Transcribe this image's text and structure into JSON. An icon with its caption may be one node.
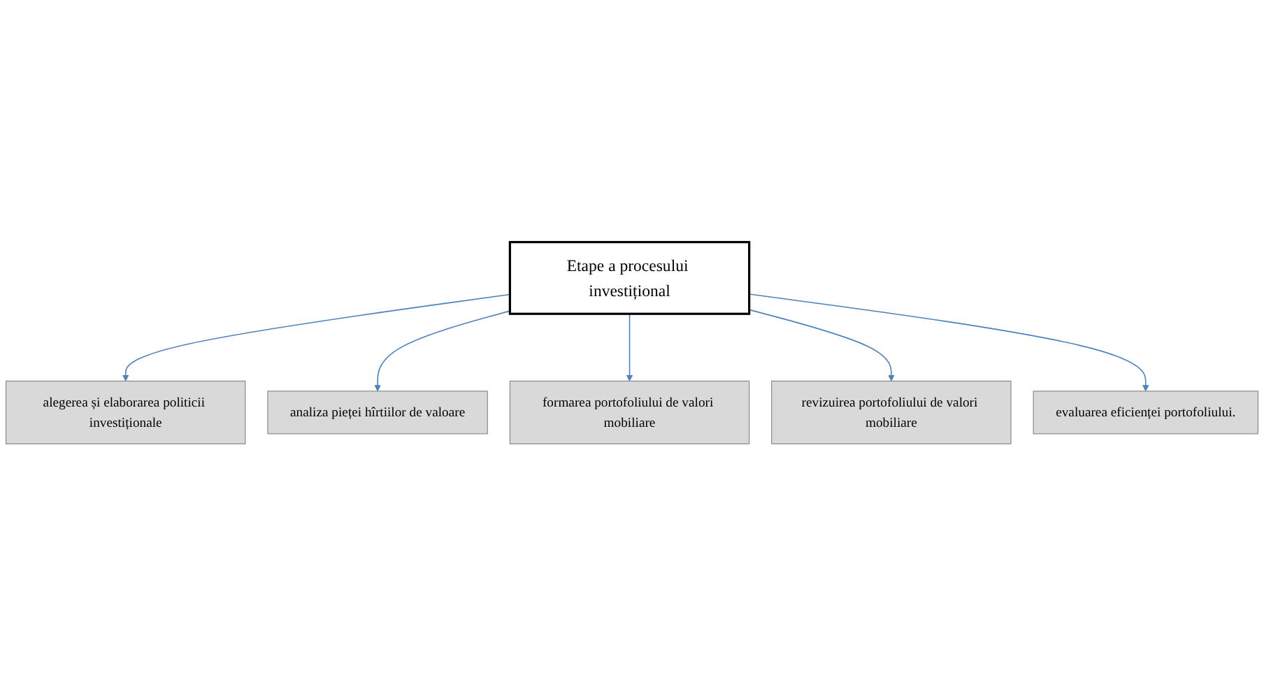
{
  "diagram": {
    "nodes": [
      {
        "text": [
          "Etape a procesului investițional"
        ]
      },
      {
        "text": [
          "alegerea și elaborarea politicii investiționale"
        ]
      },
      {
        "text": [
          "analiza pieței hîrtiilor de valoare"
        ]
      },
      {
        "text": [
          "formarea portofoliului de valori mobiliare"
        ]
      },
      {
        "text": [
          "revizuirea portofoliului de valori mobiliare"
        ]
      },
      {
        "text": [
          "evaluarea eficienței portofoliului."
        ]
      }
    ],
    "edges": [
      {
        "from": 0,
        "to": 1,
        "arrow": "to"
      },
      {
        "from": 0,
        "to": 2,
        "arrow": "to"
      },
      {
        "from": 0,
        "to": 3,
        "arrow": "to"
      },
      {
        "from": 0,
        "to": 4,
        "arrow": "to"
      },
      {
        "from": 0,
        "to": 5,
        "arrow": "to"
      }
    ]
  }
}
